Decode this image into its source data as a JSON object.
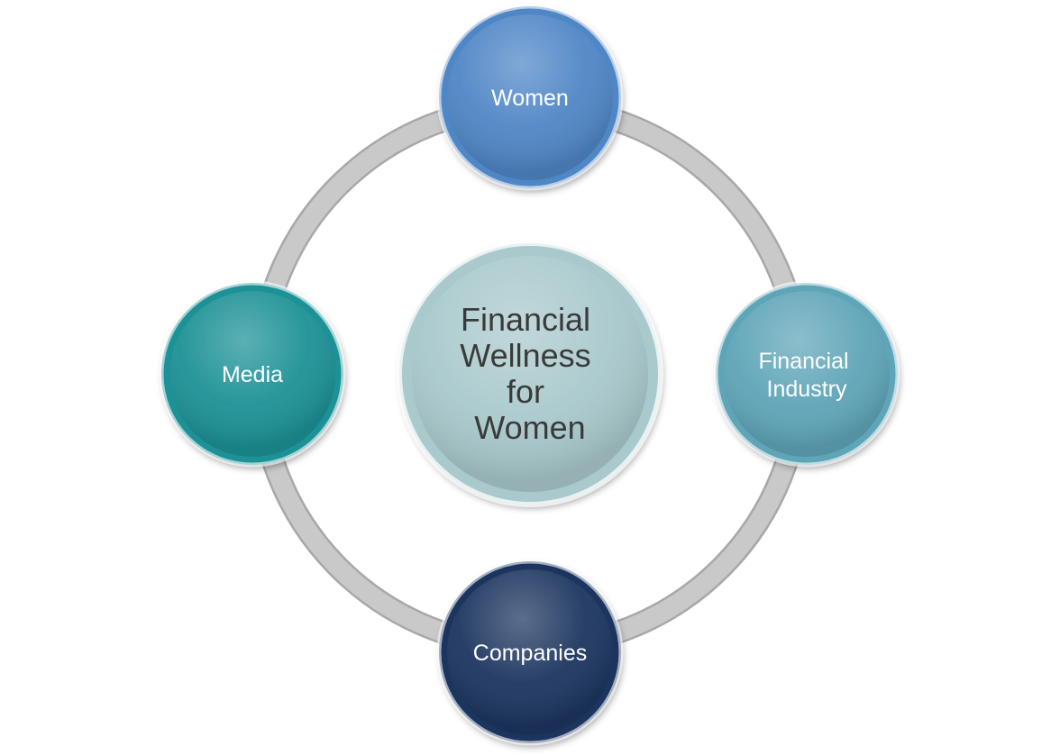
{
  "diagram": {
    "center": {
      "lines": [
        "Financial",
        "Wellness",
        "for",
        "Women"
      ],
      "color": "#a9c9cc"
    },
    "nodes": [
      {
        "id": "women",
        "lines": [
          "Women"
        ],
        "color": "#4f86c6"
      },
      {
        "id": "financial-industry",
        "lines": [
          "Financial",
          "Industry"
        ],
        "color": "#5ea5b8"
      },
      {
        "id": "companies",
        "lines": [
          "Companies"
        ],
        "color": "#1b365f"
      },
      {
        "id": "media",
        "lines": [
          "Media"
        ],
        "color": "#1e9196"
      }
    ],
    "ring_color": "#c9c9c9"
  }
}
